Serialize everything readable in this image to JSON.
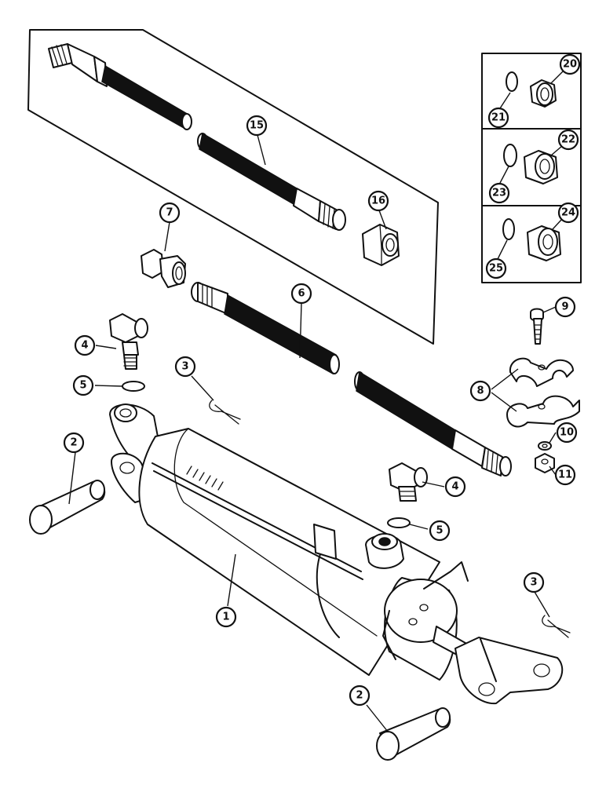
{
  "callouts": [
    {
      "id": "c1",
      "label": "1"
    },
    {
      "id": "c2a",
      "label": "2"
    },
    {
      "id": "c2b",
      "label": "2"
    },
    {
      "id": "c3a",
      "label": "3"
    },
    {
      "id": "c3b",
      "label": "3"
    },
    {
      "id": "c4a",
      "label": "4"
    },
    {
      "id": "c4b",
      "label": "4"
    },
    {
      "id": "c5a",
      "label": "5"
    },
    {
      "id": "c5b",
      "label": "5"
    },
    {
      "id": "c6",
      "label": "6"
    },
    {
      "id": "c7",
      "label": "7"
    },
    {
      "id": "c8",
      "label": "8"
    },
    {
      "id": "c9",
      "label": "9"
    },
    {
      "id": "c10",
      "label": "10"
    },
    {
      "id": "c11",
      "label": "11"
    },
    {
      "id": "c15",
      "label": "15"
    },
    {
      "id": "c16",
      "label": "16"
    },
    {
      "id": "c20",
      "label": "20"
    },
    {
      "id": "c21",
      "label": "21"
    },
    {
      "id": "c22",
      "label": "22"
    },
    {
      "id": "c23",
      "label": "23"
    },
    {
      "id": "c24",
      "label": "24"
    },
    {
      "id": "c25",
      "label": "25"
    }
  ]
}
